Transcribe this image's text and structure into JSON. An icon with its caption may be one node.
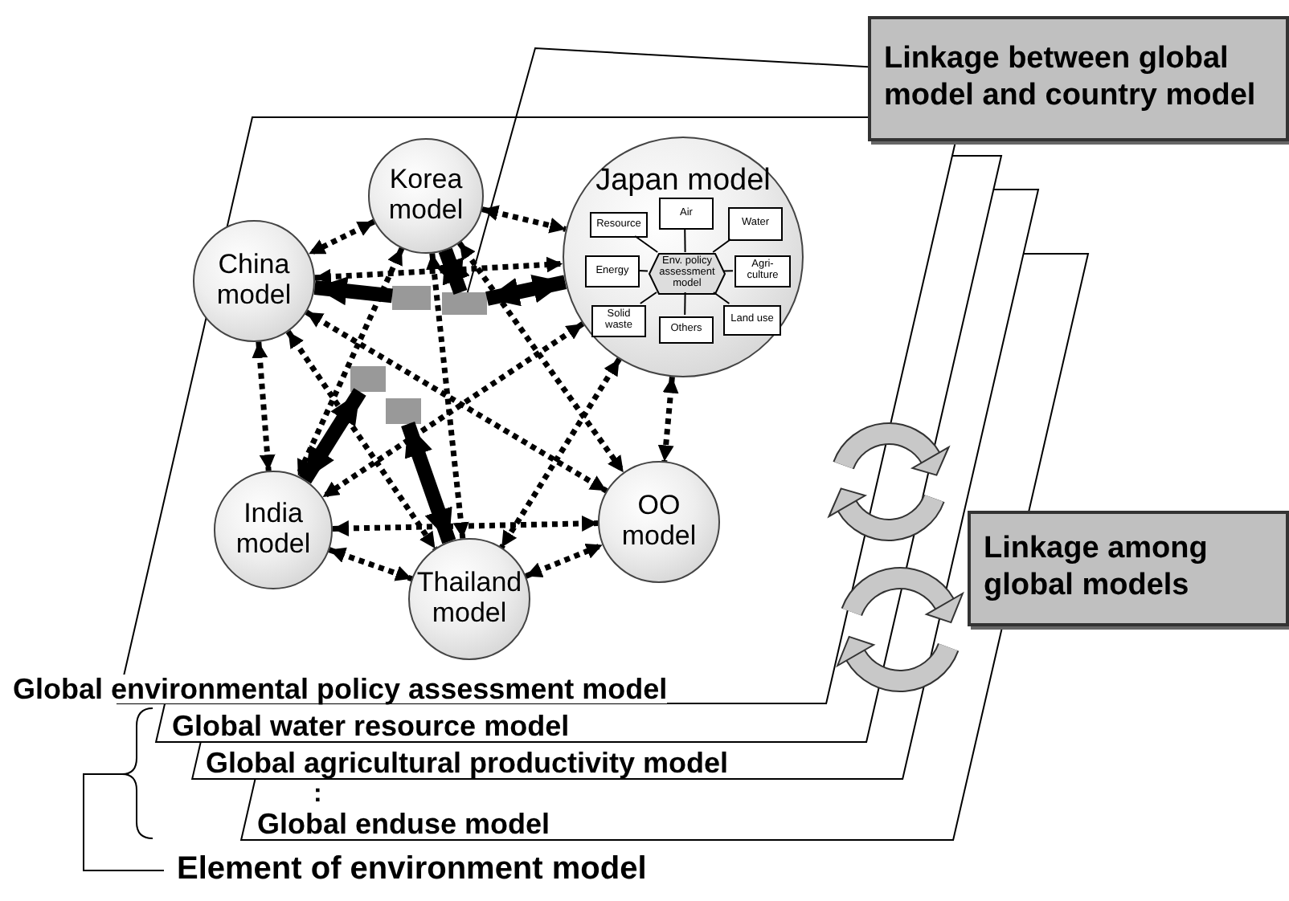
{
  "diagram": {
    "nodes": [
      {
        "text": [
          "Korea model"
        ]
      },
      {
        "text": [
          "China model"
        ]
      },
      {
        "text": [
          "Japan model"
        ]
      },
      {
        "text": [
          "Air"
        ],
        "in": 2
      },
      {
        "text": [
          "Resource"
        ],
        "in": 2
      },
      {
        "text": [
          "Water"
        ],
        "in": 2
      },
      {
        "text": [
          "Env. policy assessment model"
        ],
        "in": 2
      },
      {
        "text": [
          "Energy"
        ],
        "in": 2
      },
      {
        "text": [
          "Agri-culture"
        ],
        "in": 2
      },
      {
        "text": [
          "Solid waste"
        ],
        "in": 2
      },
      {
        "text": [
          "Land use"
        ],
        "in": 2
      },
      {
        "text": [
          "Others"
        ],
        "in": 2
      },
      {
        "text": [],
        "shape": "box"
      },
      {
        "text": [],
        "shape": "box"
      },
      {
        "text": [],
        "shape": "box"
      },
      {
        "text": [],
        "shape": "box"
      },
      {
        "text": [
          "India model"
        ]
      },
      {
        "text": [
          "OO model"
        ]
      },
      {
        "text": [
          "Thailand model"
        ]
      },
      {
        "text": [
          "Linkage between global model and country model"
        ]
      },
      {
        "text": [
          "Linkage among global models"
        ]
      }
    ],
    "edges": [
      {
        "from": 0,
        "to": 1,
        "arrow": "both",
        "style": "dashed"
      },
      {
        "from": 0,
        "to": 2,
        "arrow": "both",
        "style": "dashed"
      },
      {
        "from": 0,
        "to": 16,
        "arrow": "both",
        "style": "dashed"
      },
      {
        "from": 0,
        "to": 18,
        "arrow": "both",
        "style": "dashed"
      },
      {
        "from": 0,
        "to": 17,
        "arrow": "both",
        "style": "dashed"
      },
      {
        "from": 1,
        "to": 2,
        "arrow": "both",
        "style": "dashed"
      },
      {
        "from": 1,
        "to": 16,
        "arrow": "both",
        "style": "dashed"
      },
      {
        "from": 1,
        "to": 18,
        "arrow": "both",
        "style": "dashed"
      },
      {
        "from": 1,
        "to": 17,
        "arrow": "both",
        "style": "dashed"
      },
      {
        "from": 2,
        "to": 16,
        "arrow": "both",
        "style": "dashed"
      },
      {
        "from": 2,
        "to": 18,
        "arrow": "both",
        "style": "dashed"
      },
      {
        "from": 2,
        "to": 17,
        "arrow": "both",
        "style": "dashed"
      },
      {
        "from": 16,
        "to": 18,
        "arrow": "both",
        "style": "dashed"
      },
      {
        "from": 16,
        "to": 17,
        "arrow": "both",
        "style": "dashed"
      },
      {
        "from": 18,
        "to": 17,
        "arrow": "both",
        "style": "dashed"
      },
      {
        "from": 12,
        "to": 1,
        "arrow": "to",
        "style": "thick"
      },
      {
        "from": 13,
        "to": 0,
        "arrow": "both",
        "style": "thick"
      },
      {
        "from": 13,
        "to": 2,
        "arrow": "both",
        "style": "thick"
      },
      {
        "from": 14,
        "to": 16,
        "arrow": "both",
        "style": "thick"
      },
      {
        "from": 15,
        "to": 18,
        "arrow": "both",
        "style": "thick"
      },
      {
        "from": 6,
        "to": 3,
        "arrow": "none"
      },
      {
        "from": 6,
        "to": 4,
        "arrow": "none"
      },
      {
        "from": 6,
        "to": 5,
        "arrow": "none"
      },
      {
        "from": 6,
        "to": 7,
        "arrow": "none"
      },
      {
        "from": 6,
        "to": 8,
        "arrow": "none"
      },
      {
        "from": 6,
        "to": 9,
        "arrow": "none"
      },
      {
        "from": 6,
        "to": 10,
        "arrow": "none"
      },
      {
        "from": 6,
        "to": 11,
        "arrow": "none"
      },
      {
        "from": 19,
        "to": 13,
        "arrow": "none"
      }
    ],
    "labels": [
      "Global environmental policy assessment model",
      "Global water resource model",
      "Global agricultural productivity model",
      ":",
      "Global enduse model",
      "Element of environment model"
    ]
  }
}
